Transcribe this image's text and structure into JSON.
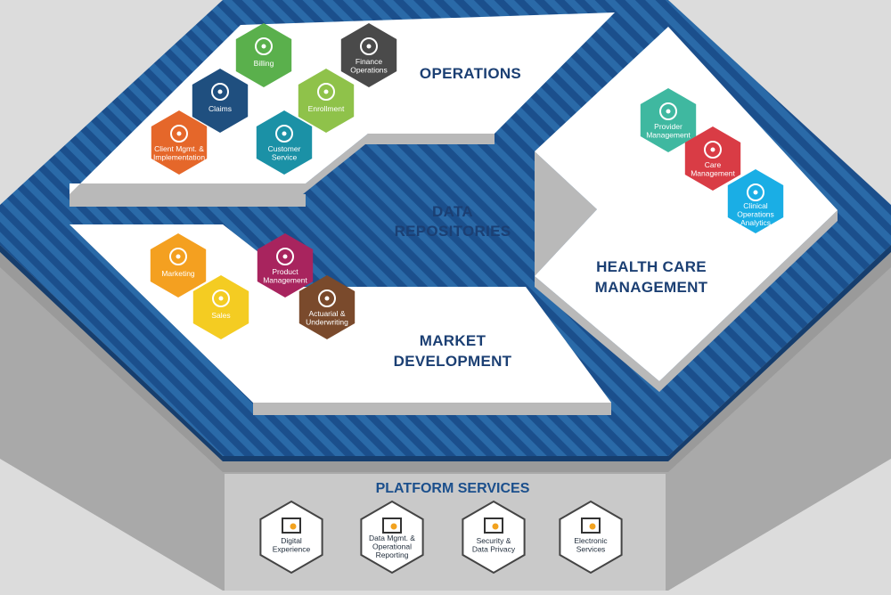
{
  "sections": {
    "operations": "OPERATIONS",
    "data_repositories": [
      "DATA",
      "REPOSITORIES"
    ],
    "health_care_management": [
      "HEALTH CARE",
      "MANAGEMENT"
    ],
    "market_development": [
      "MARKET",
      "DEVELOPMENT"
    ],
    "platform_services": "PLATFORM SERVICES"
  },
  "modules": {
    "billing": {
      "label": [
        "Billing"
      ],
      "color": "#5ab04c",
      "icon": "billing-icon"
    },
    "finance": {
      "label": [
        "Finance",
        "Operations"
      ],
      "color": "#4a4a4a",
      "icon": "dollar-gear-icon"
    },
    "claims": {
      "label": [
        "Claims"
      ],
      "color": "#1f4f7f",
      "icon": "claims-icon"
    },
    "enrollment": {
      "label": [
        "Enrollment"
      ],
      "color": "#8fc24a",
      "icon": "enrollment-icon"
    },
    "client": {
      "label": [
        "Client Mgmt. &",
        "Implementation"
      ],
      "color": "#e5672a",
      "icon": "people-network-icon"
    },
    "customer": {
      "label": [
        "Customer",
        "Service"
      ],
      "color": "#1b91a6",
      "icon": "headset-icon"
    },
    "provider": {
      "label": [
        "Provider",
        "Management"
      ],
      "color": "#3fb8a0",
      "icon": "stethoscope-icon"
    },
    "care": {
      "label": [
        "Care",
        "Management"
      ],
      "color": "#d93c45",
      "icon": "care-icon"
    },
    "clinical": {
      "label": [
        "Clinical",
        "Operations",
        "Analytics"
      ],
      "color": "#1aaee5",
      "icon": "binary-magnifier-icon"
    },
    "marketing": {
      "label": [
        "Marketing"
      ],
      "color": "#f4a020",
      "icon": "megaphone-person-icon"
    },
    "product": {
      "label": [
        "Product",
        "Management"
      ],
      "color": "#a8245e",
      "icon": "medical-box-icon"
    },
    "sales": {
      "label": [
        "Sales"
      ],
      "color": "#f4cc22",
      "icon": "sales-chart-icon"
    },
    "actuarial": {
      "label": [
        "Actuarial &",
        "Underwriting"
      ],
      "color": "#7a4a2c",
      "icon": "dollar-magnifier-icon"
    }
  },
  "platform": {
    "digital": {
      "label": [
        "Digital",
        "Experience"
      ],
      "icon": "touch-screen-icon"
    },
    "data_mgmt": {
      "label": [
        "Data Mgmt. &",
        "Operational",
        "Reporting"
      ],
      "icon": "pie-chart-icon"
    },
    "security": {
      "label": [
        "Security &",
        "Data Privacy"
      ],
      "icon": "binary-lock-icon"
    },
    "electronic": {
      "label": [
        "Electronic",
        "Services"
      ],
      "icon": "circuit-icon"
    }
  },
  "colors": {
    "navy": "#1b4f8c",
    "stripe": "#2a6aa8",
    "panel": "#ffffff",
    "panel_side": "#b9b9b9",
    "base_side": "#a9a9a9",
    "platform_box": "#c9c9c9",
    "title": "#1b3f73"
  }
}
